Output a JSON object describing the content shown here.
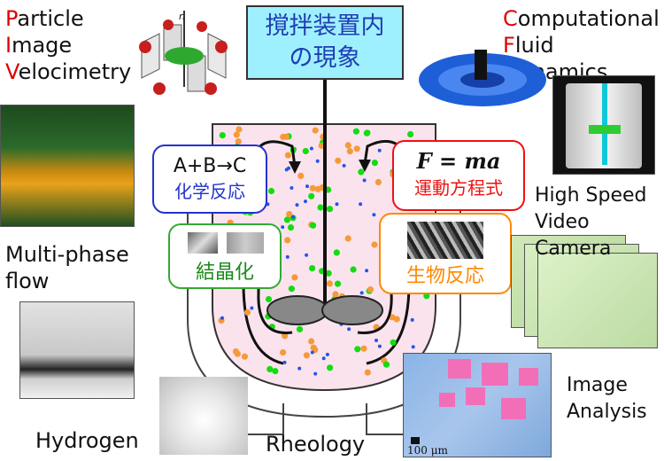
{
  "title": {
    "line1": "撹拌装置内",
    "line2": "の現象"
  },
  "piv": {
    "line1_initial": "P",
    "line1_rest": "article",
    "line2_initial": "I",
    "line2_rest": "mage",
    "line3_initial": "V",
    "line3_rest": "elocimetry"
  },
  "cfd": {
    "line1_initial": "C",
    "line1_rest": "omputational",
    "line2_initial": "F",
    "line2_rest": "luid ",
    "line2_initial2": "D",
    "line2_rest2": "ynamics"
  },
  "labels": {
    "multiphase_1": "Multi-phase",
    "multiphase_2": "flow",
    "hydrogen": "Hydrogen",
    "rheology": "Rheology",
    "high_speed_1": "High Speed",
    "high_speed_2": "Video Camera",
    "image_analysis_1": "Image",
    "image_analysis_2": "Analysis",
    "scale_bar": "100 μm"
  },
  "boxes": {
    "chem_formula": "A+B→C",
    "chem_label": "化学反応",
    "motion_formula": "F = ma",
    "motion_label": "運動方程式",
    "crystal_label": "結晶化",
    "bio_label": "生物反応"
  },
  "colors": {
    "title_bg": "#9ff0ff",
    "title_text": "#1f3db3",
    "vessel_fill": "#fbe3ee",
    "chem_border": "#2233cc",
    "motion_border": "#ee1111",
    "crystal_border": "#33aa33",
    "bio_border": "#ff8800",
    "particle_green": "#11dd11",
    "particle_orange": "#f59a3a",
    "particle_blue": "#2255ee",
    "accent_red": "#e00000"
  },
  "icons": [
    "flow-arrow-left",
    "flow-arrow-right",
    "impeller-blade"
  ]
}
